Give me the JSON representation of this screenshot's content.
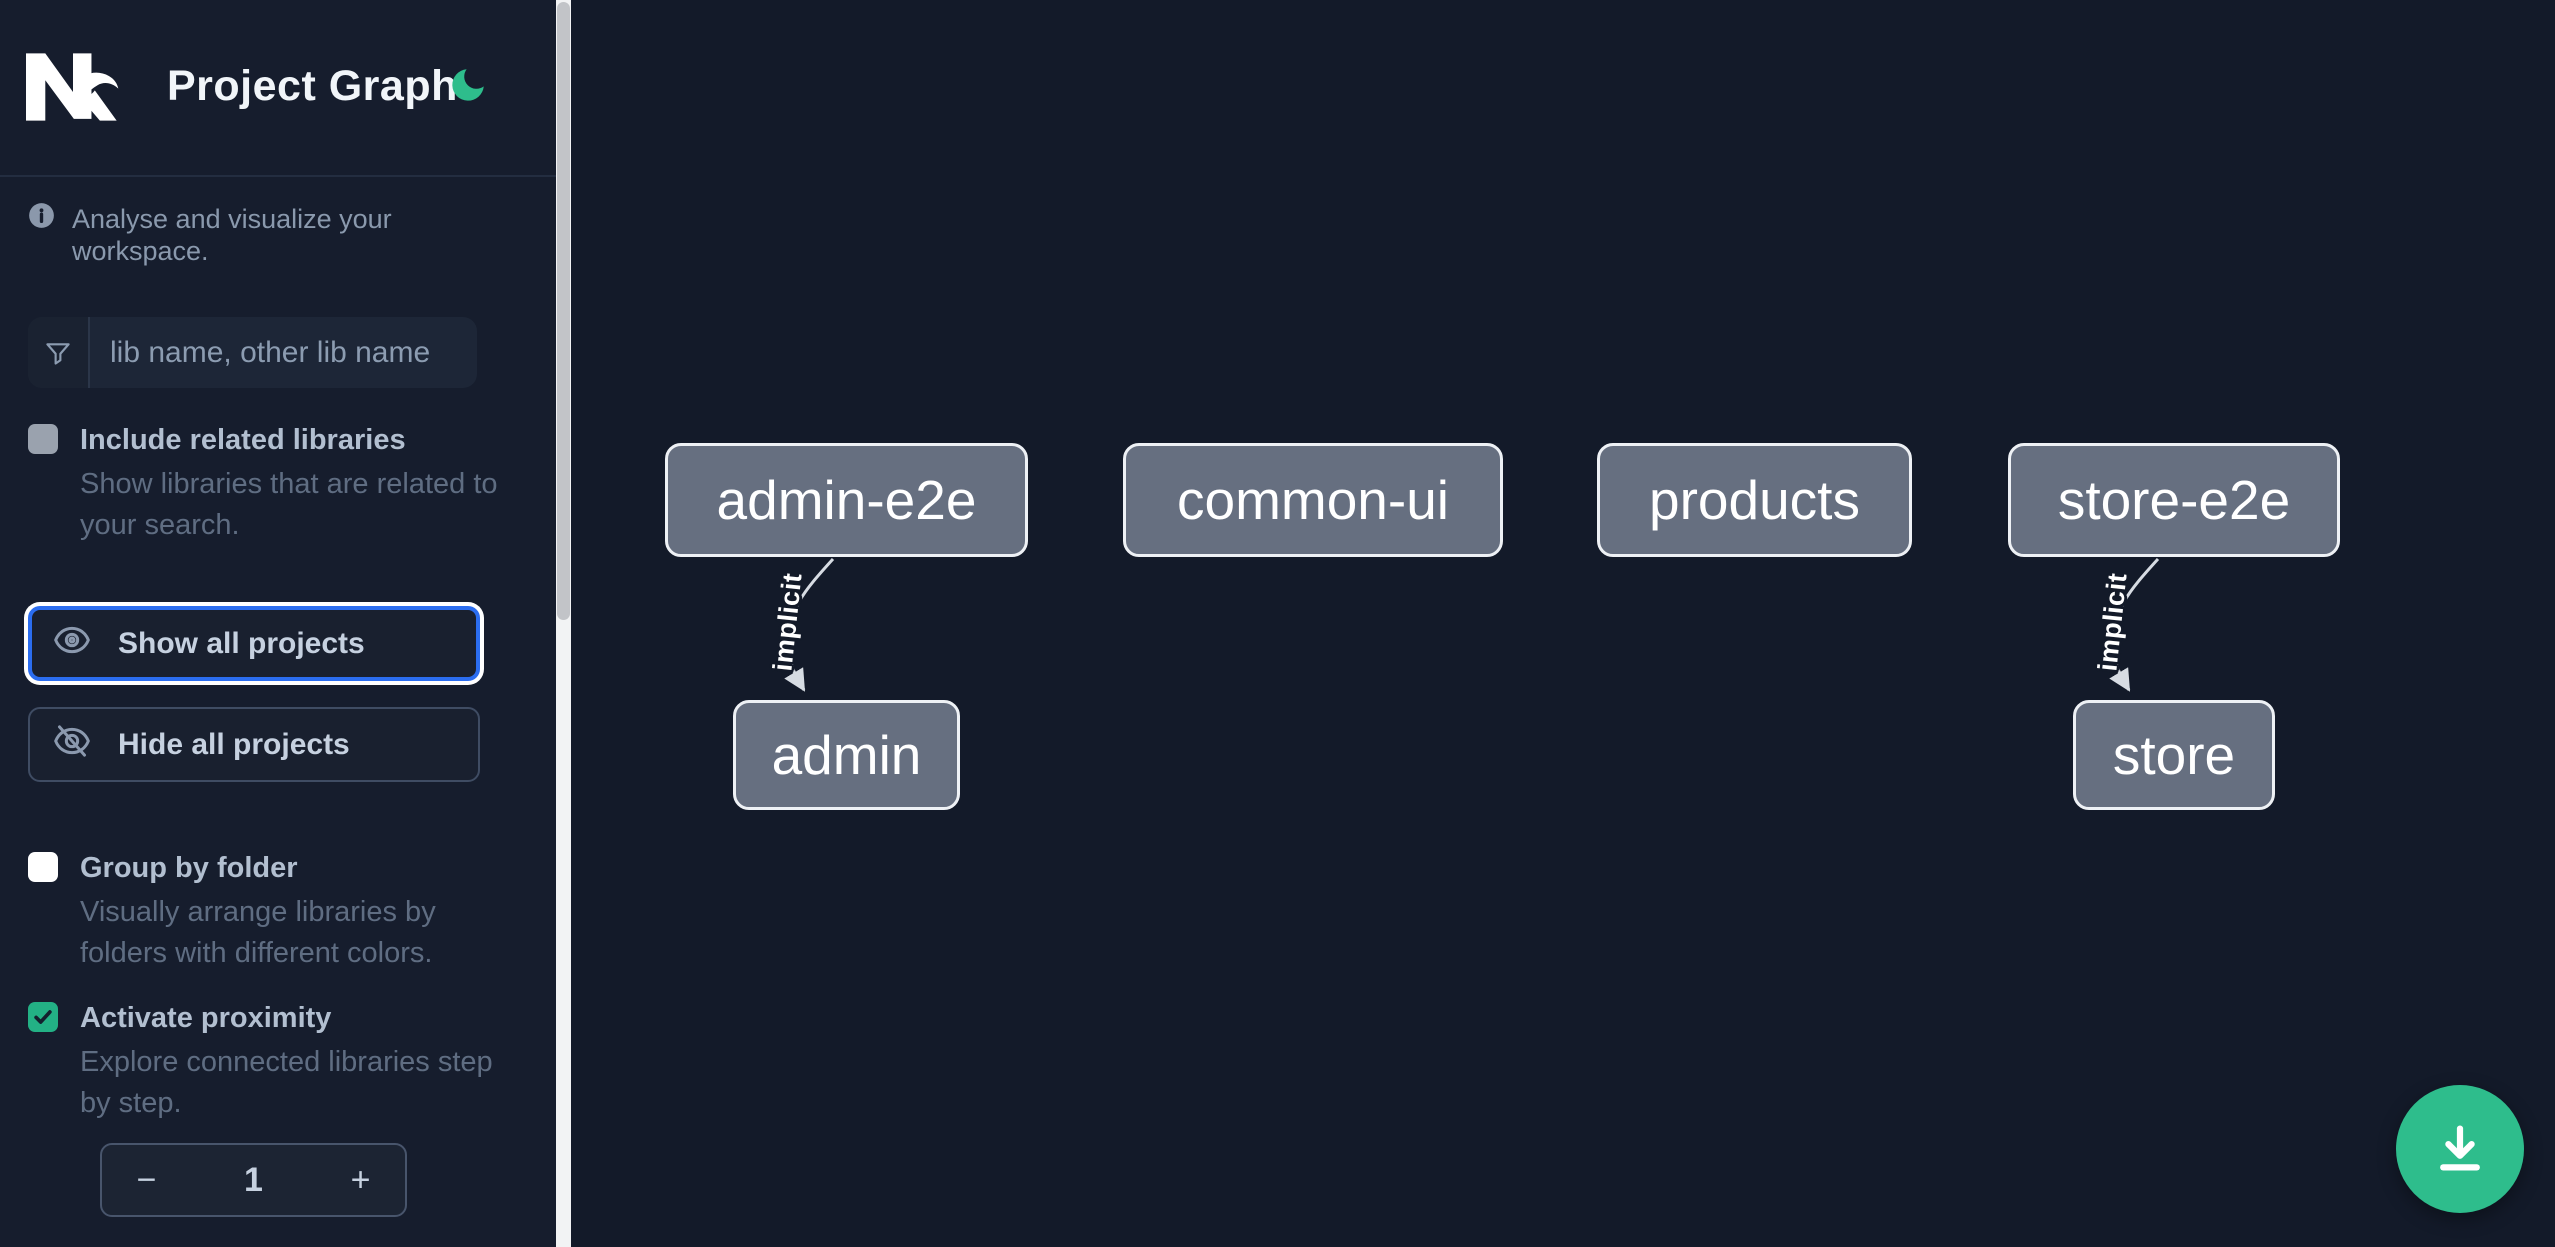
{
  "header": {
    "brand": "Nx",
    "title": "Project Graph",
    "theme_icon": "moon-icon"
  },
  "sidebar": {
    "tagline": "Analyse and visualize your workspace.",
    "filter": {
      "value": "",
      "placeholder": "lib name, other lib name",
      "icon": "funnel-icon"
    },
    "options": [
      {
        "label": "Include related libraries",
        "description_lines": [
          "Show libraries that are related to",
          "your search."
        ],
        "checked": false,
        "disabled": true
      },
      {
        "label": "Group by folder",
        "description_lines": [
          "Visually arrange libraries by",
          "folders with different colors."
        ],
        "checked": false,
        "disabled": false
      },
      {
        "label": "Activate proximity",
        "description_lines": [
          "Explore connected libraries step",
          "by step."
        ],
        "checked": true,
        "disabled": false
      }
    ],
    "actions": [
      {
        "label": "Show all projects",
        "icon": "eye-icon",
        "focused": true
      },
      {
        "label": "Hide all projects",
        "icon": "eye-slash-icon",
        "focused": false
      }
    ],
    "stepper": {
      "decrement": "−",
      "value": "1",
      "increment": "+"
    },
    "info_icon": "info-icon"
  },
  "graph": {
    "nodes": [
      {
        "id": "admin-e2e",
        "label": "admin-e2e"
      },
      {
        "id": "common-ui",
        "label": "common-ui"
      },
      {
        "id": "products",
        "label": "products"
      },
      {
        "id": "store-e2e",
        "label": "store-e2e"
      },
      {
        "id": "admin",
        "label": "admin"
      },
      {
        "id": "store",
        "label": "store"
      }
    ],
    "edges": [
      {
        "from": "admin-e2e",
        "to": "admin",
        "label": "implicit"
      },
      {
        "from": "store-e2e",
        "to": "store",
        "label": "implicit"
      }
    ]
  },
  "fab": {
    "icon": "download-icon"
  },
  "colors": {
    "accent_green": "#2ebd8c",
    "focus_blue": "#2b6df0",
    "node_fill": "#666f80",
    "node_border": "#eef1f5",
    "sidebar_bg": "#161d2d",
    "canvas_bg": "#131a29",
    "checkbox_checked": "#23b185"
  }
}
